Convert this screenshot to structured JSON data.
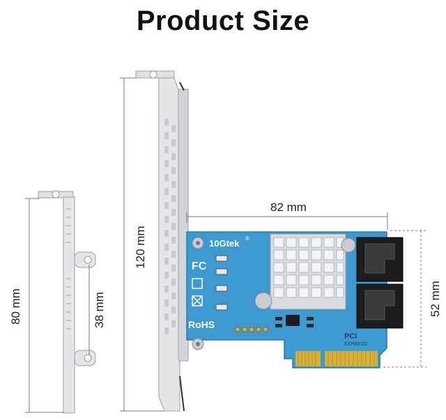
{
  "title": "Product Size",
  "dimensions": {
    "card_width": "82 mm",
    "card_height": "52 mm",
    "full_bracket": "120 mm",
    "low_bracket": "80 mm",
    "low_bracket_slot": "38 mm"
  },
  "card": {
    "brand": "10Gtek",
    "brand_mark": "®",
    "fc_mark": "FC",
    "rohs_mark": "RoHS",
    "pcie_mark": "PCI",
    "express_mark": "EXPRESS"
  },
  "colors": {
    "pcb": "#3d9ad1",
    "heatsink": "#d9dde2",
    "bracket": "#e4e6e8",
    "gold": "#d8b13a",
    "sata": "#1c1c1e",
    "dim_line": "#777777"
  }
}
